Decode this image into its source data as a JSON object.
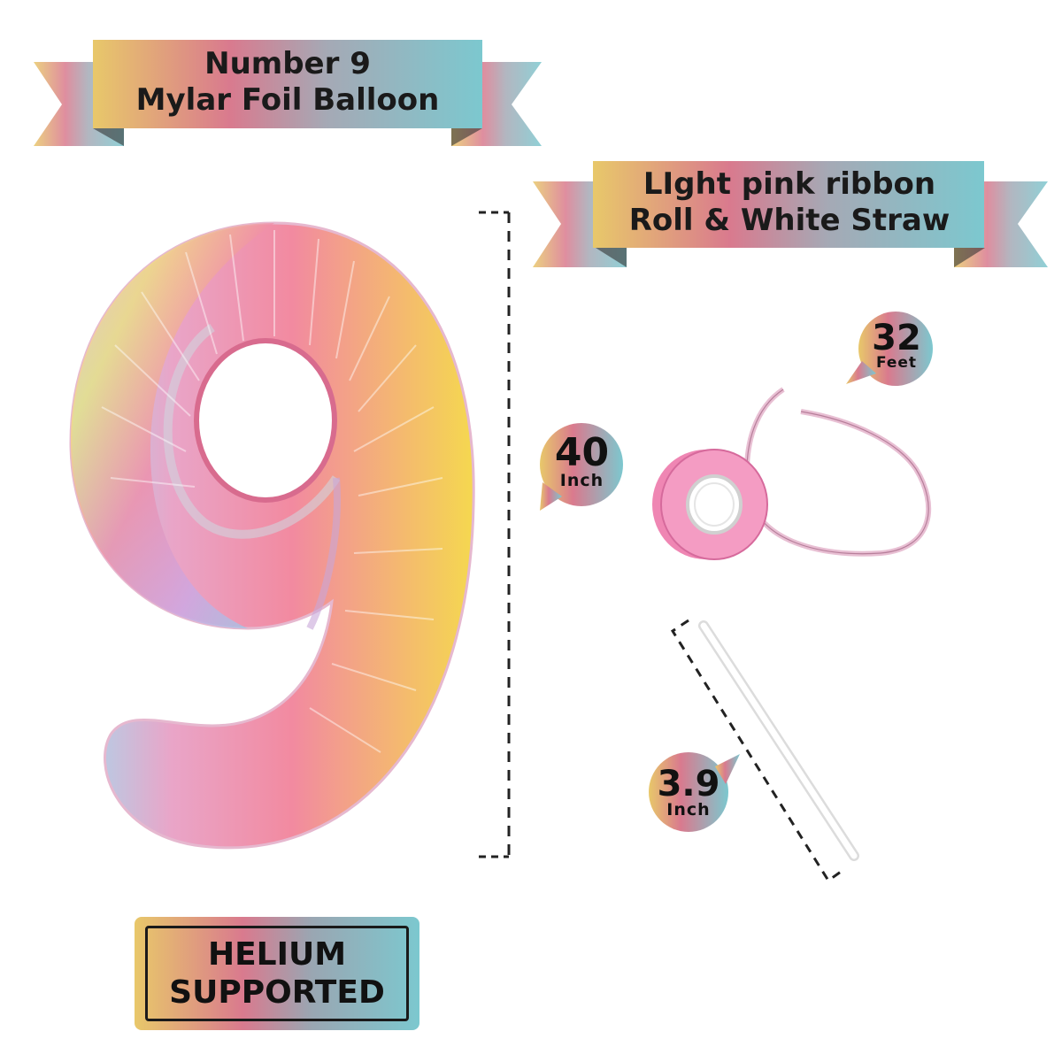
{
  "banner_top": {
    "line1": "Number 9",
    "line2": "Mylar Foil Balloon"
  },
  "banner_right": {
    "line1": "LIght pink ribbon",
    "line2": "Roll & White Straw"
  },
  "badge_balloon": {
    "value": "40",
    "unit": "Inch"
  },
  "badge_ribbon": {
    "value": "32",
    "unit": "Feet"
  },
  "badge_straw": {
    "value": "3.9",
    "unit": "Inch"
  },
  "helium": {
    "line1": "HELIUM",
    "line2": "SUPPORTED"
  },
  "colors": {
    "gradient_gold": "#e8c86a",
    "gradient_pink": "#d97a8e",
    "gradient_gray": "#9aa6b2",
    "gradient_teal": "#7cc8cf",
    "ribbon_pink": "#ef86b3"
  }
}
